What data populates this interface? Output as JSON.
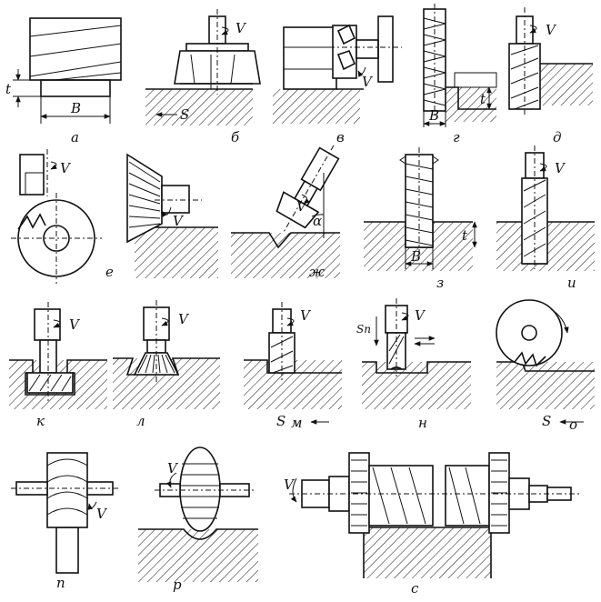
{
  "panels": [
    {
      "id": "a",
      "label": "а",
      "marks": [
        "t",
        "B"
      ]
    },
    {
      "id": "b",
      "label": "б",
      "marks": [
        "V",
        "S"
      ]
    },
    {
      "id": "v",
      "label": "в",
      "marks": [
        "V"
      ]
    },
    {
      "id": "g",
      "label": "г",
      "marks": [
        "B",
        "t"
      ]
    },
    {
      "id": "d",
      "label": "д",
      "marks": [
        "V"
      ]
    },
    {
      "id": "e",
      "label": "е",
      "marks": [
        "V"
      ]
    },
    {
      "id": "ye",
      "label": "",
      "marks": [
        "V"
      ]
    },
    {
      "id": "zh",
      "label": "ж",
      "marks": [
        "V",
        "α"
      ]
    },
    {
      "id": "z",
      "label": "з",
      "marks": [
        "B",
        "t"
      ]
    },
    {
      "id": "i",
      "label": "и",
      "marks": [
        "V"
      ]
    },
    {
      "id": "k",
      "label": "к",
      "marks": [
        "V"
      ]
    },
    {
      "id": "l",
      "label": "л",
      "marks": [
        "V"
      ]
    },
    {
      "id": "m",
      "label": "м",
      "marks": [
        "V",
        "S"
      ]
    },
    {
      "id": "n",
      "label": "н",
      "marks": [
        "V",
        "Sп"
      ]
    },
    {
      "id": "o",
      "label": "о",
      "marks": [
        "S"
      ]
    },
    {
      "id": "p",
      "label": "п",
      "marks": [
        "V"
      ]
    },
    {
      "id": "r",
      "label": "р",
      "marks": [
        "V"
      ]
    },
    {
      "id": "s",
      "label": "с",
      "marks": [
        "V"
      ]
    }
  ]
}
